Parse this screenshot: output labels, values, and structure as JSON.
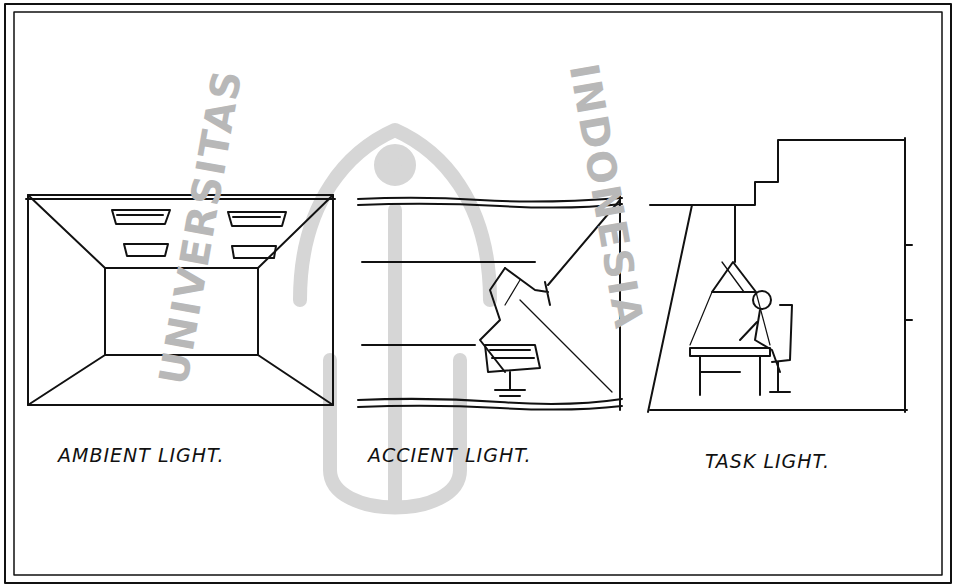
{
  "diagram": {
    "labels": [
      "AMBIENT LIGHT.",
      "ACCIENT LIGHT.",
      "TASK LIGHT.",
      "UNIVERSITAS",
      "INDONESIA"
    ]
  }
}
